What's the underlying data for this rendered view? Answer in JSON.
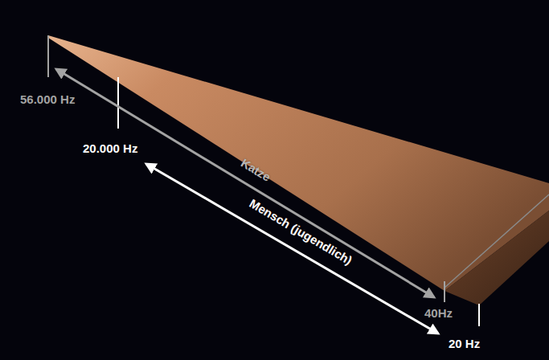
{
  "diagram": {
    "labels": [
      "56.000 Hz",
      "20.000 Hz",
      "Katze",
      "Mensch (jugendlich)",
      "40Hz",
      "20 Hz"
    ]
  }
}
